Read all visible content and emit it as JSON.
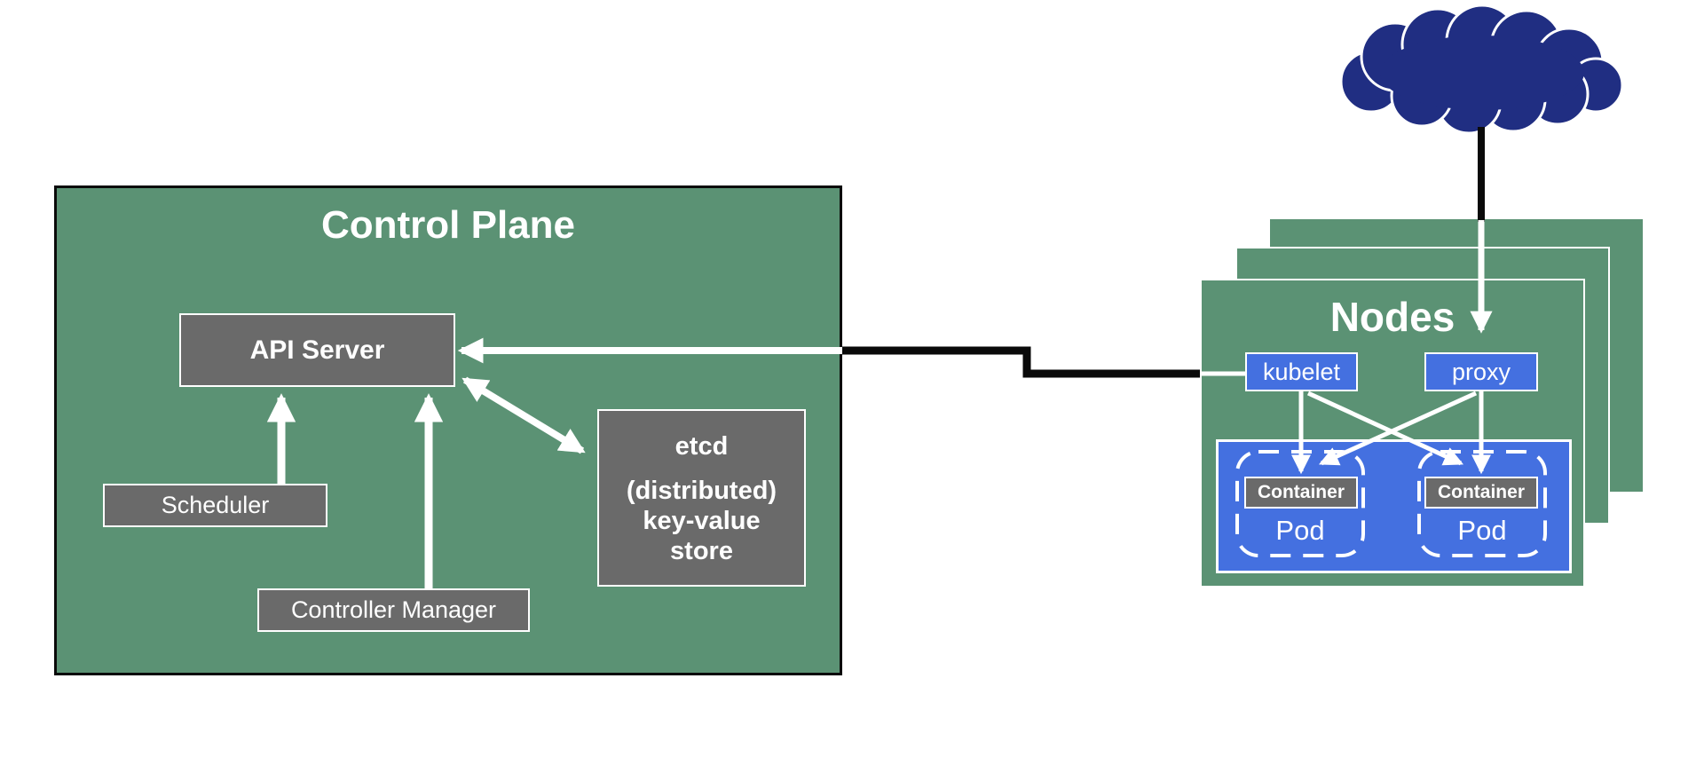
{
  "colors": {
    "background": "#ffffff",
    "box_green": "#5B9274",
    "box_gray": "#6A6A6A",
    "box_blue": "#4470E0",
    "cloud_navy": "#202E82",
    "line_black": "#0a0a0a",
    "line_white": "#ffffff",
    "text": "#ffffff"
  },
  "control_plane": {
    "title": "Control Plane",
    "api_server_label": "API Server",
    "scheduler_label": "Scheduler",
    "controller_manager_label": "Controller Manager",
    "etcd": {
      "title": "etcd",
      "subtitle_line1": "(distributed)",
      "subtitle_line2": "key-value",
      "subtitle_line3": "store"
    }
  },
  "nodes": {
    "title": "Nodes",
    "kubelet_label": "kubelet",
    "proxy_label": "proxy",
    "pods": [
      {
        "container_label": "Container",
        "pod_label": "Pod"
      },
      {
        "container_label": "Container",
        "pod_label": "Pod"
      }
    ]
  },
  "icons": {
    "cloud": "cloud-icon"
  }
}
